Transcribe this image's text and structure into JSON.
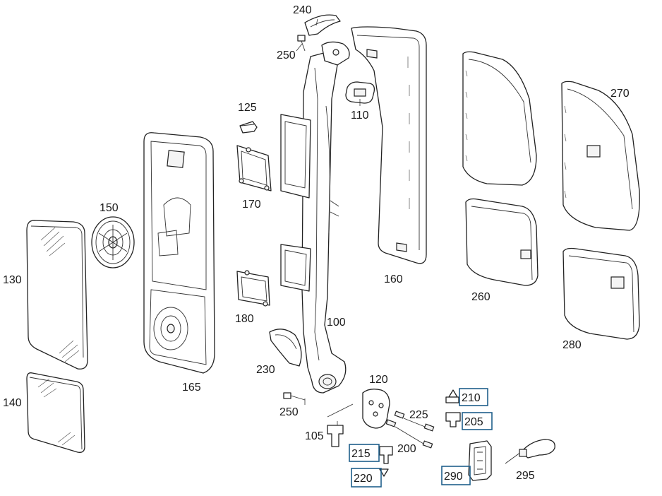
{
  "diagram": {
    "labels": {
      "p240": "240",
      "p250a": "250",
      "p110": "110",
      "p125": "125",
      "p170": "170",
      "p150": "150",
      "p130": "130",
      "p140": "140",
      "p165": "165",
      "p180": "180",
      "p100": "100",
      "p160": "160",
      "p260": "260",
      "p270": "270",
      "p280": "280",
      "p230": "230",
      "p250b": "250",
      "p105": "105",
      "p120": "120",
      "p225": "225",
      "p200": "200",
      "p210": "210",
      "p205": "205",
      "p215": "215",
      "p220": "220",
      "p290": "290",
      "p295": "295"
    },
    "highlight_color": "#1f5f8b"
  }
}
